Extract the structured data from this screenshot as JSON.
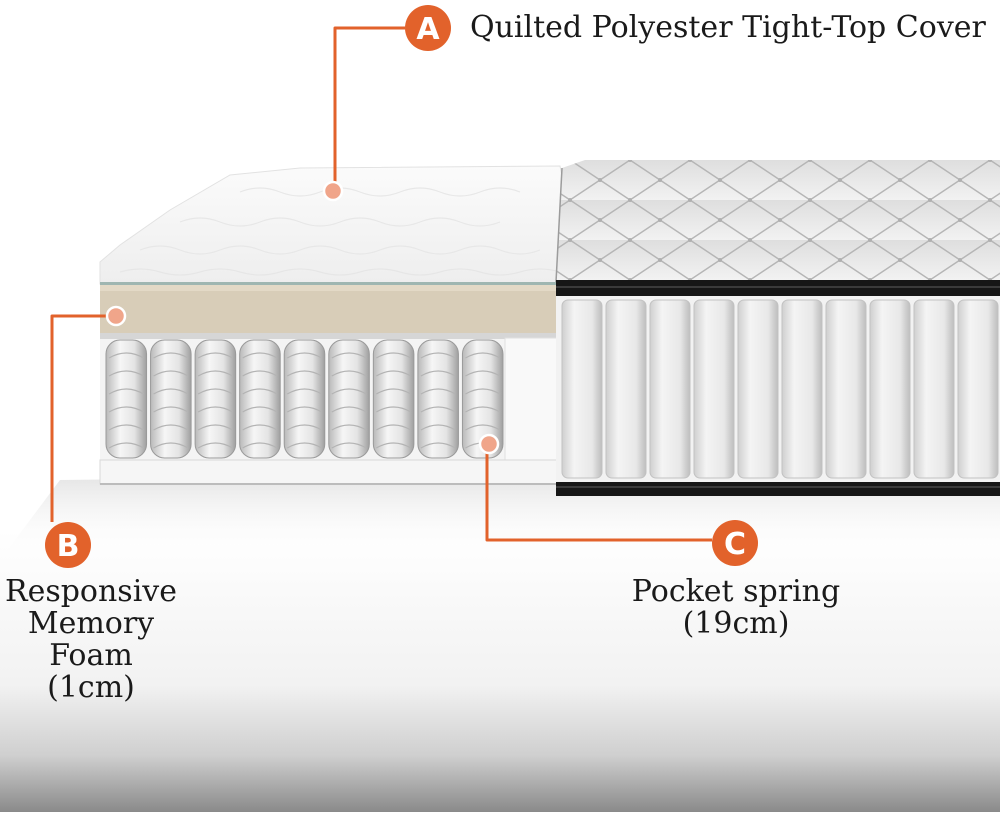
{
  "colors": {
    "accent": "#e2622b",
    "marker_fill": "#f0a58a",
    "foam": "#d8cdb8",
    "cover_fabric": "#e9e9e9",
    "border_black": "#161616"
  },
  "callouts": [
    {
      "letter": "A",
      "label": "Quilted Polyester Tight-Top Cover"
    },
    {
      "letter": "B",
      "label_lines": [
        "Responsive",
        "Memory",
        "Foam",
        "(1cm)"
      ]
    },
    {
      "letter": "C",
      "label_lines": [
        "Pocket spring",
        "(19cm)"
      ]
    }
  ],
  "layers": {
    "left_spring_count": 9,
    "right_panel_columns": 10
  }
}
